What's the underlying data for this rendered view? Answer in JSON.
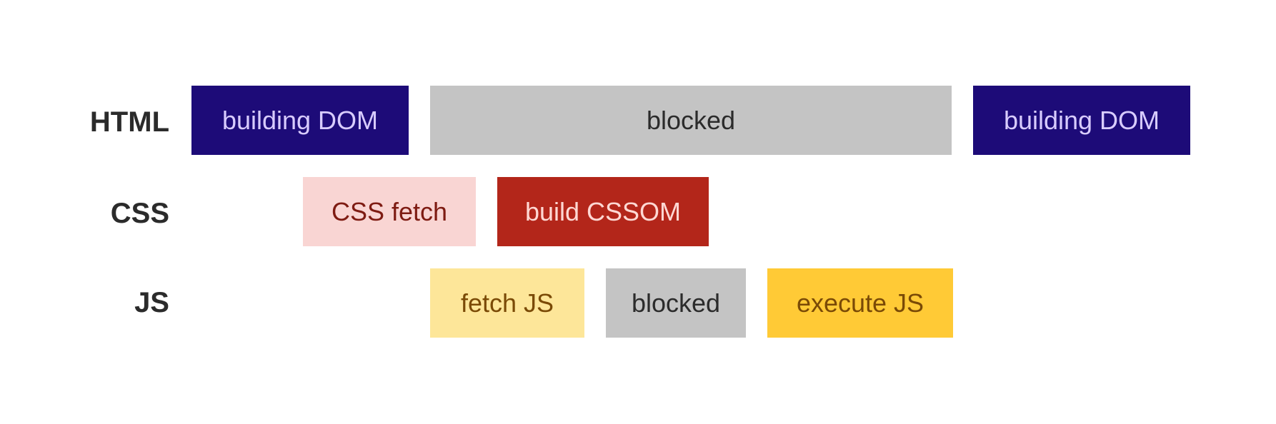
{
  "rows": {
    "html": {
      "label": "HTML",
      "blocks": [
        "building DOM",
        "blocked",
        "building DOM"
      ]
    },
    "css": {
      "label": "CSS",
      "blocks": [
        "CSS fetch",
        "build CSSOM"
      ]
    },
    "js": {
      "label": "JS",
      "blocks": [
        "fetch JS",
        "blocked",
        "execute JS"
      ]
    }
  },
  "colors": {
    "dom": "#1d0b78",
    "blocked": "#c4c4c4",
    "css_fetch": "#f9d5d3",
    "build_cssom": "#b3261a",
    "fetch_js": "#fde699",
    "execute_js": "#ffca36"
  }
}
